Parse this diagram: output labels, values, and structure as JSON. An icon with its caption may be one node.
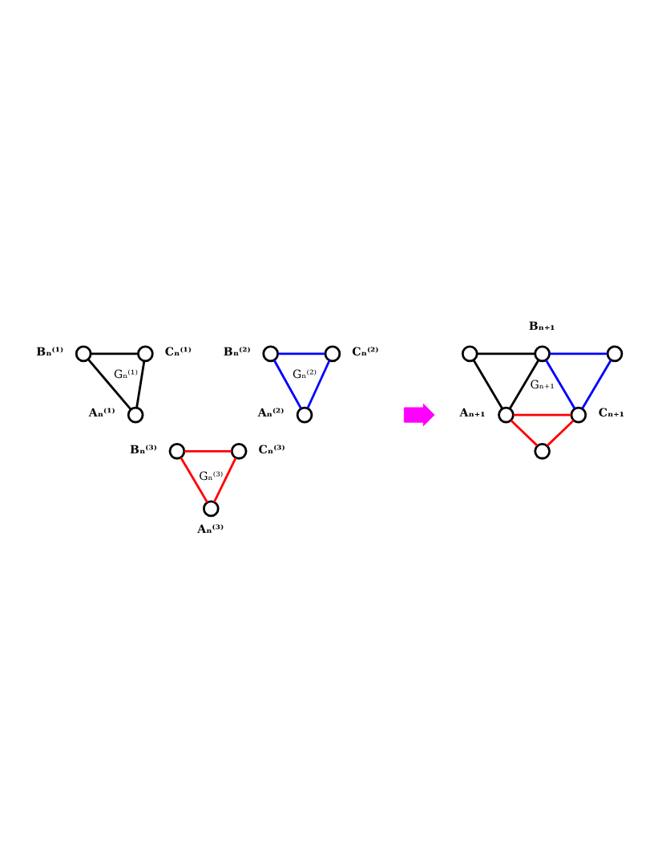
{
  "diagram": {
    "nodes": [
      {
        "text": [],
        "shape": "circle",
        "beside": [
          "Bₙ⁽¹⁾"
        ]
      },
      {
        "text": [],
        "shape": "circle",
        "beside": [
          "Cₙ⁽¹⁾"
        ]
      },
      {
        "text": [],
        "shape": "circle",
        "beside": [
          "Aₙ⁽¹⁾"
        ]
      },
      {
        "text": [],
        "shape": "circle",
        "beside": [
          "Bₙ⁽²⁾"
        ]
      },
      {
        "text": [],
        "shape": "circle",
        "beside": [
          "Cₙ⁽²⁾"
        ]
      },
      {
        "text": [],
        "shape": "circle",
        "beside": [
          "Aₙ⁽²⁾"
        ]
      },
      {
        "text": [],
        "shape": "circle",
        "beside": [
          "Bₙ⁽³⁾"
        ]
      },
      {
        "text": [],
        "shape": "circle",
        "beside": [
          "Cₙ⁽³⁾"
        ]
      },
      {
        "text": [],
        "shape": "circle",
        "beside": [
          "Aₙ⁽³⁾"
        ]
      },
      {
        "text": [],
        "shape": "arrow"
      },
      {
        "text": [],
        "shape": "circle"
      },
      {
        "text": [],
        "shape": "circle",
        "beside": [
          "Bₙ₊₁"
        ]
      },
      {
        "text": [],
        "shape": "circle"
      },
      {
        "text": [],
        "shape": "circle",
        "beside": [
          "Aₙ₊₁"
        ]
      },
      {
        "text": [],
        "shape": "circle",
        "beside": [
          "Cₙ₊₁"
        ]
      },
      {
        "text": [],
        "shape": "circle"
      }
    ],
    "edges": [
      {
        "from": 0,
        "to": 1,
        "arrow": "none"
      },
      {
        "from": 0,
        "to": 2,
        "arrow": "none"
      },
      {
        "from": 1,
        "to": 2,
        "arrow": "none"
      },
      {
        "from": 3,
        "to": 4,
        "arrow": "none",
        "color": "#0000ff"
      },
      {
        "from": 3,
        "to": 5,
        "arrow": "none",
        "color": "#0000ff"
      },
      {
        "from": 4,
        "to": 5,
        "arrow": "none",
        "color": "#0000ff"
      },
      {
        "from": 6,
        "to": 7,
        "arrow": "none",
        "color": "#ff0000"
      },
      {
        "from": 6,
        "to": 8,
        "arrow": "none",
        "color": "#ff0000"
      },
      {
        "from": 7,
        "to": 8,
        "arrow": "none",
        "color": "#ff0000"
      },
      {
        "from": 10,
        "to": 11,
        "arrow": "none"
      },
      {
        "from": 10,
        "to": 13,
        "arrow": "none"
      },
      {
        "from": 11,
        "to": 13,
        "arrow": "none"
      },
      {
        "from": 11,
        "to": 12,
        "arrow": "none",
        "color": "#0000ff"
      },
      {
        "from": 11,
        "to": 14,
        "arrow": "none",
        "color": "#0000ff"
      },
      {
        "from": 12,
        "to": 14,
        "arrow": "none",
        "color": "#0000ff"
      },
      {
        "from": 13,
        "to": 14,
        "arrow": "none",
        "color": "#ff0000"
      },
      {
        "from": 13,
        "to": 15,
        "arrow": "none",
        "color": "#ff0000"
      },
      {
        "from": 14,
        "to": 15,
        "arrow": "none",
        "color": "#ff0000"
      }
    ],
    "labels": [
      "Gₙ⁽¹⁾",
      "Gₙ⁽²⁾",
      "Gₙ⁽³⁾",
      "Gₙ₊₁"
    ]
  }
}
